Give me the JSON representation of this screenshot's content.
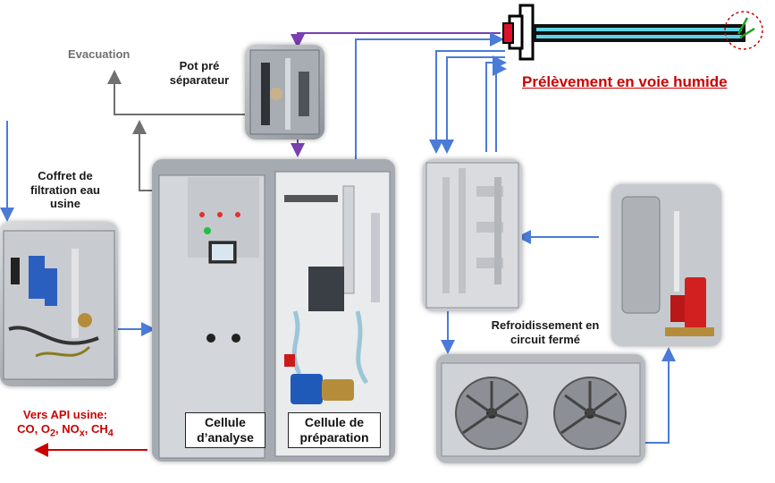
{
  "labels": {
    "evacuation": "Evacuation",
    "pot_line1": "Pot pré",
    "pot_line2": "séparateur",
    "coffret_line1": "Coffret de",
    "coffret_line2": "filtration eau",
    "coffret_line3": "usine",
    "prelevement": "Prélèvement en voie humide",
    "refroid_line1": "Refroidissement en",
    "refroid_line2": "circuit fermé",
    "cellule_analyse_line1": "Cellule",
    "cellule_analyse_line2": "d’analyse",
    "cellule_prep_line1": "Cellule de",
    "cellule_prep_line2": "préparation",
    "api_line1": "Vers API usine:",
    "api_co": "CO, O",
    "api_o_sub": "2",
    "api_nox_prefix": ", NO",
    "api_nox_sub": "x",
    "api_ch": ", CH",
    "api_ch_sub": "4"
  },
  "colors": {
    "blue_flow": "#4a7bd8",
    "purple_flow": "#7a3fb0",
    "grey_flow": "#707070",
    "red_text": "#cc0000",
    "probe_red": "#e0102a",
    "probe_cyan": "#5fd3e6"
  }
}
